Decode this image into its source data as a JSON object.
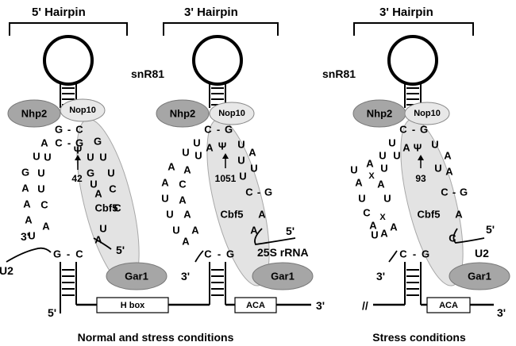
{
  "hairpins": {
    "left": "5' Hairpin",
    "middle": "3' Hairpin",
    "right": "3' Hairpin"
  },
  "labels": {
    "snr81_a": "snR81",
    "snr81_b": "snR81",
    "cbf5": "Cbf5",
    "nhp2": "Nhp2",
    "nop10": "Nop10",
    "gar1": "Gar1",
    "hbox": "H box",
    "aca": "ACA",
    "rrna": "25S rRNA",
    "u2": "U2",
    "psi": "Ψ",
    "x": "X"
  },
  "ends": {
    "five": "5'",
    "three": "3'",
    "slashes": "//"
  },
  "sites": {
    "u2_site1": "42",
    "rrna_site": "1051",
    "u2_site2": "93"
  },
  "pairs": {
    "gc": [
      "G",
      "-",
      "C"
    ],
    "cg": [
      "C",
      "-",
      "G"
    ]
  },
  "hairpin_left": {
    "left_strand": [
      "A",
      "U",
      "G",
      "A",
      "A",
      "A",
      "U"
    ],
    "right_strand": [
      "G",
      "U",
      "U",
      "U",
      "G",
      "C",
      "U",
      "A"
    ],
    "target_5p": [
      "U",
      "U",
      "U",
      "C",
      "A"
    ],
    "target_3p": [
      "U",
      "A",
      "C"
    ]
  },
  "hairpin_mid": {
    "left_strand": [
      "U",
      "U",
      "A",
      "A",
      "U",
      "U",
      "U",
      "A"
    ],
    "right_strand": [
      "A",
      "U",
      "A",
      "U",
      "U",
      "U",
      "A",
      "A"
    ],
    "target_5p": [
      "U",
      "A",
      "C",
      "A",
      "A",
      "A"
    ],
    "target_3p": [
      "U",
      "A",
      "A"
    ]
  },
  "hairpin_right": {
    "left_strand": [
      "U",
      "U",
      "A",
      "A",
      "U",
      "C",
      "A",
      "U"
    ],
    "right_strand": [
      "A",
      "U",
      "A",
      "C"
    ],
    "target_5p": [
      "U",
      "U",
      "U",
      "A",
      "A"
    ],
    "target_3p": [
      "A",
      "U"
    ]
  },
  "captions": {
    "left": "Normal and stress conditions",
    "right": "Stress conditions"
  }
}
